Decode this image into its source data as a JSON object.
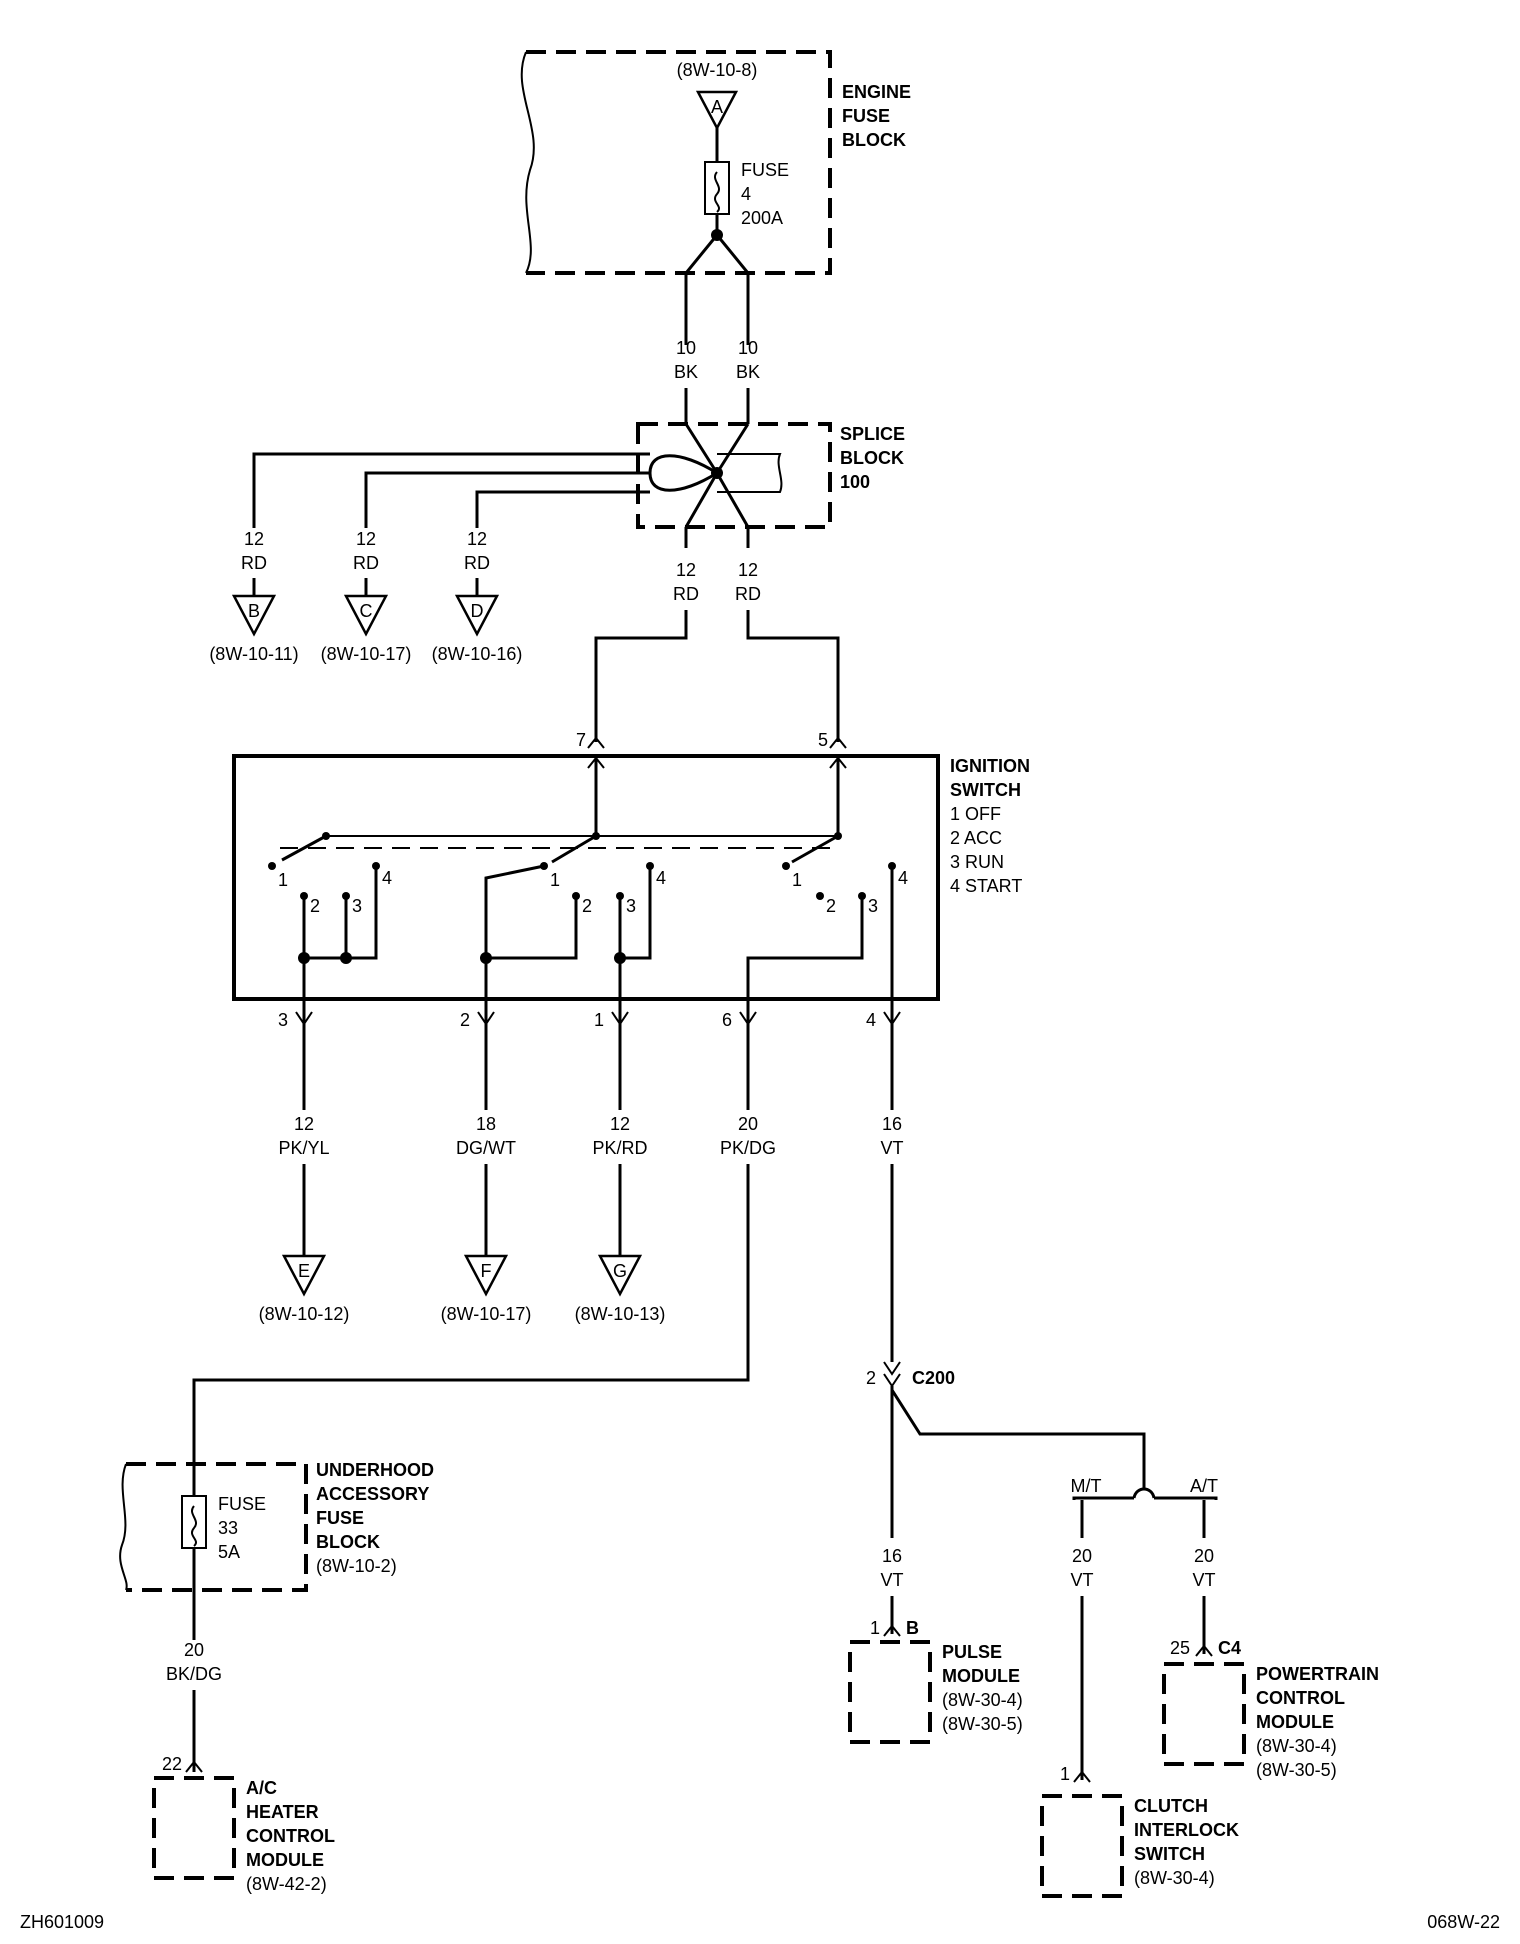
{
  "engine_fuse_block": {
    "ref": "(8W-10-8)",
    "connector": "A",
    "name_lines": [
      "ENGINE",
      "FUSE",
      "BLOCK"
    ],
    "fuse_lines": [
      "FUSE",
      "4",
      "200A"
    ]
  },
  "splice_feed": {
    "left": {
      "gauge": "10",
      "color": "BK"
    },
    "right": {
      "gauge": "10",
      "color": "BK"
    }
  },
  "splice_block": {
    "name_lines": [
      "SPLICE",
      "BLOCK",
      "100"
    ]
  },
  "splice_outputs": [
    {
      "gauge": "12",
      "color": "RD",
      "connector": "B",
      "ref": "(8W-10-11)"
    },
    {
      "gauge": "12",
      "color": "RD",
      "connector": "C",
      "ref": "(8W-10-17)"
    },
    {
      "gauge": "12",
      "color": "RD",
      "connector": "D",
      "ref": "(8W-10-16)"
    }
  ],
  "switch_feeds": [
    {
      "gauge": "12",
      "color": "RD",
      "pin": "7"
    },
    {
      "gauge": "12",
      "color": "RD",
      "pin": "5"
    }
  ],
  "ignition_switch": {
    "name_lines": [
      "IGNITION",
      "SWITCH",
      "1 OFF",
      "2 ACC",
      "3 RUN",
      "4 START"
    ],
    "contact_labels": [
      "1",
      "2",
      "3",
      "4"
    ]
  },
  "switch_outputs": [
    {
      "pin": "3",
      "gauge": "12",
      "color": "PK/YL",
      "connector": "E",
      "ref": "(8W-10-12)"
    },
    {
      "pin": "2",
      "gauge": "18",
      "color": "DG/WT",
      "connector": "F",
      "ref": "(8W-10-17)"
    },
    {
      "pin": "1",
      "gauge": "12",
      "color": "PK/RD",
      "connector": "G",
      "ref": "(8W-10-13)"
    },
    {
      "pin": "6",
      "gauge": "20",
      "color": "PK/DG"
    },
    {
      "pin": "4",
      "gauge": "16",
      "color": "VT"
    }
  ],
  "c200": {
    "pin": "2",
    "name": "C200"
  },
  "underhood_fuse_block": {
    "name_lines": [
      "UNDERHOOD",
      "ACCESSORY",
      "FUSE",
      "BLOCK"
    ],
    "ref": "(8W-10-2)",
    "fuse_lines": [
      "FUSE",
      "33",
      "5A"
    ]
  },
  "ac_wire": {
    "gauge": "20",
    "color": "BK/DG",
    "pin": "22"
  },
  "ac_module": {
    "name_lines": [
      "A/C",
      "HEATER",
      "CONTROL",
      "MODULE"
    ],
    "ref": "(8W-42-2)"
  },
  "pulse_wire": {
    "gauge": "16",
    "color": "VT",
    "pin": "1",
    "connector": "B"
  },
  "pulse_module": {
    "name_lines": [
      "PULSE",
      "MODULE"
    ],
    "refs": [
      "(8W-30-4)",
      "(8W-30-5)"
    ]
  },
  "mt_branch": {
    "label": "M/T",
    "gauge": "20",
    "color": "VT",
    "pin": "1"
  },
  "at_branch": {
    "label": "A/T",
    "gauge": "20",
    "color": "VT",
    "pin": "25",
    "connector": "C4"
  },
  "clutch_switch": {
    "name_lines": [
      "CLUTCH",
      "INTERLOCK",
      "SWITCH"
    ],
    "ref": "(8W-30-4)"
  },
  "pcm": {
    "name_lines": [
      "POWERTRAIN",
      "CONTROL",
      "MODULE"
    ],
    "refs": [
      "(8W-30-4)",
      "(8W-30-5)"
    ]
  },
  "footer": {
    "left": "ZH601009",
    "right": "068W-22"
  }
}
